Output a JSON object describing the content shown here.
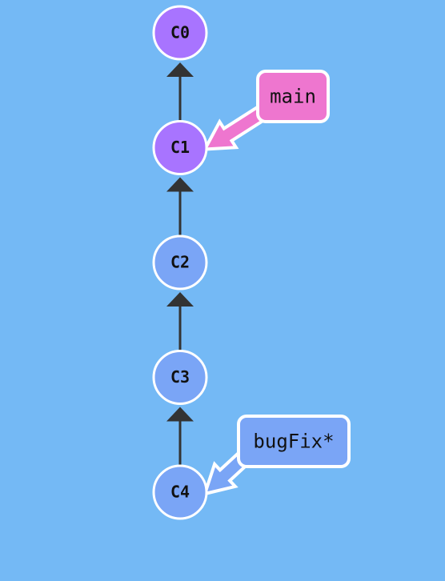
{
  "commits": [
    {
      "id": "C0",
      "color": "#a874ff",
      "parent": null
    },
    {
      "id": "C1",
      "color": "#a874ff",
      "parent": "C0"
    },
    {
      "id": "C2",
      "color": "#7aa5f6",
      "parent": "C1"
    },
    {
      "id": "C3",
      "color": "#7aa5f6",
      "parent": "C2"
    },
    {
      "id": "C4",
      "color": "#7aa5f6",
      "parent": "C3"
    }
  ],
  "branches": [
    {
      "name": "main",
      "target": "C1",
      "color": "#ee76cf",
      "checked_out": false
    },
    {
      "name": "bugFix*",
      "target": "C4",
      "color": "#7aa5f6",
      "checked_out": true
    }
  ],
  "colors": {
    "background": "#74b9f5",
    "edge": "#333333",
    "node_stroke": "#ffffff",
    "text": "#111111"
  }
}
